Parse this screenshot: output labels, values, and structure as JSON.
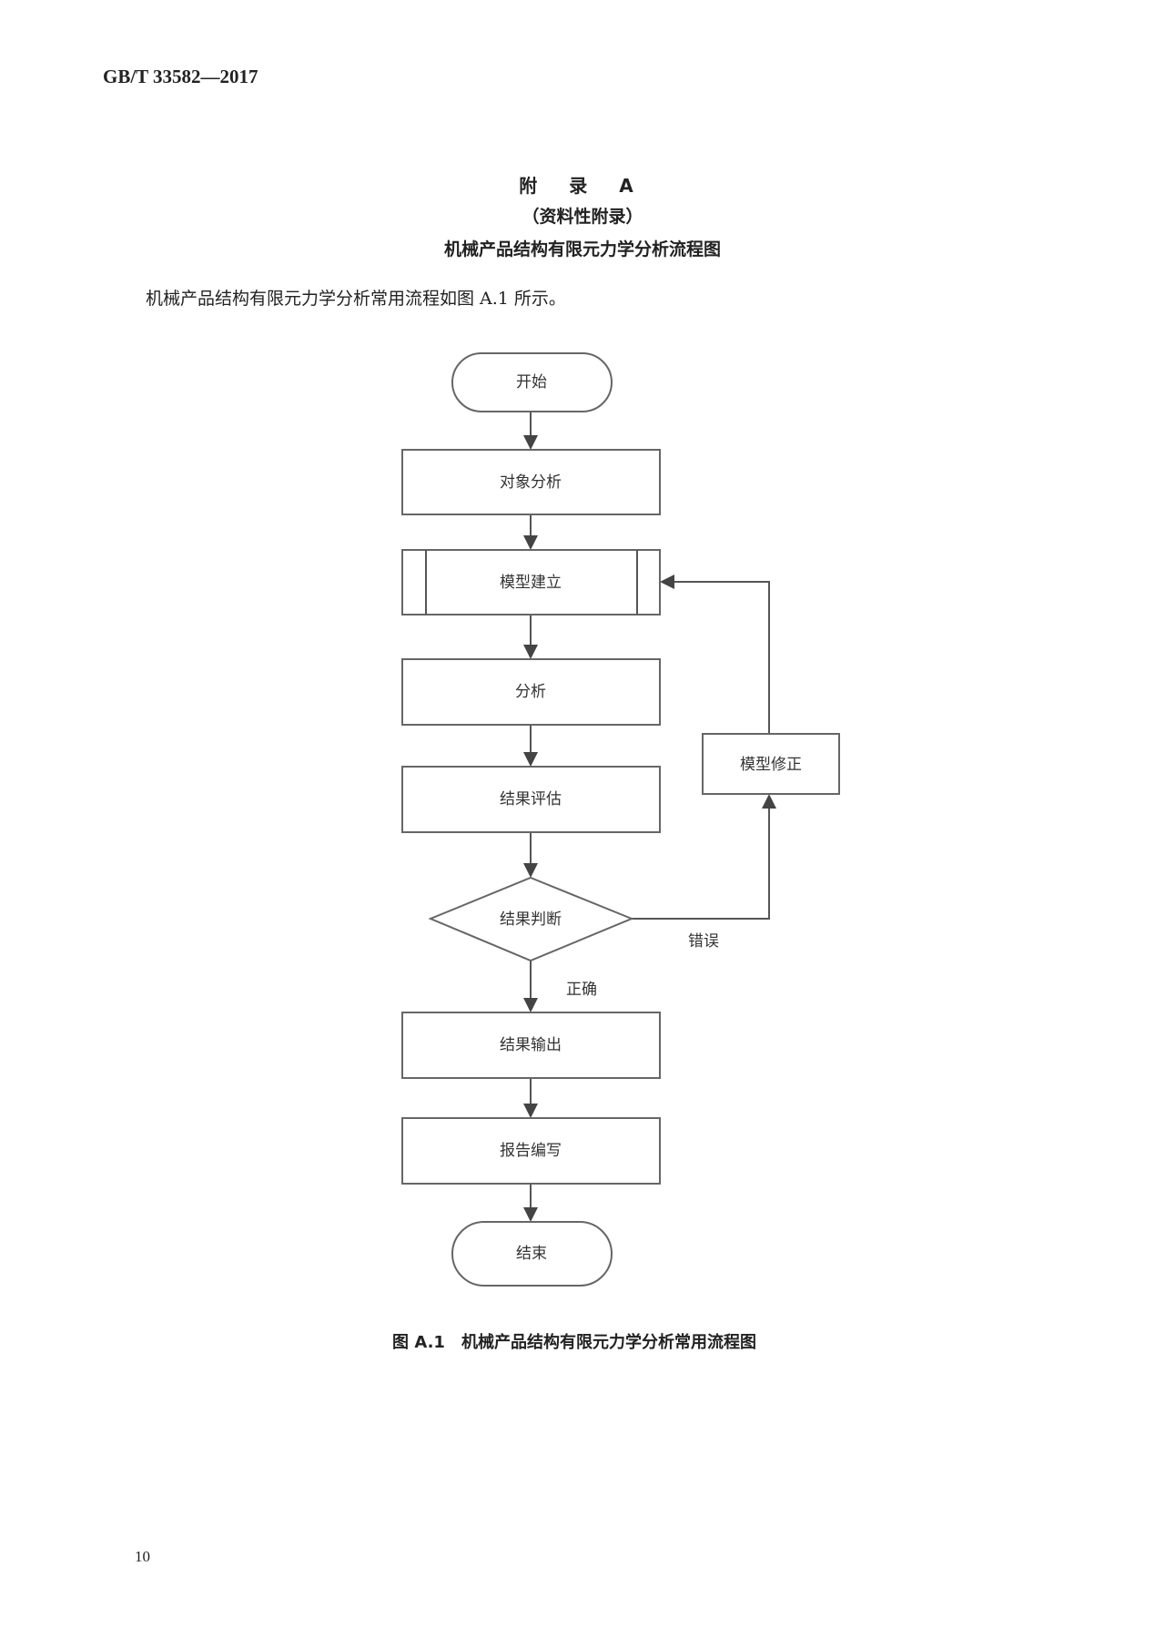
{
  "header": {
    "standard_number": "GB/T 33582—2017"
  },
  "appendix": {
    "label": "附 录 A",
    "type": "（资料性附录）",
    "title": "机械产品结构有限元力学分析流程图"
  },
  "intro_text": "机械产品结构有限元力学分析常用流程如图 A.1 所示。",
  "flowchart": {
    "start": "开始",
    "steps": [
      "对象分析",
      "模型建立",
      "分析",
      "结果评估"
    ],
    "decision": "结果判断",
    "correction": "模型修正",
    "label_wrong": "错误",
    "label_right": "正确",
    "after_steps": [
      "结果输出",
      "报告编写"
    ],
    "end": "结束"
  },
  "caption": {
    "number": "图 A.1",
    "title": "机械产品结构有限元力学分析常用流程图"
  },
  "page_number": "10"
}
